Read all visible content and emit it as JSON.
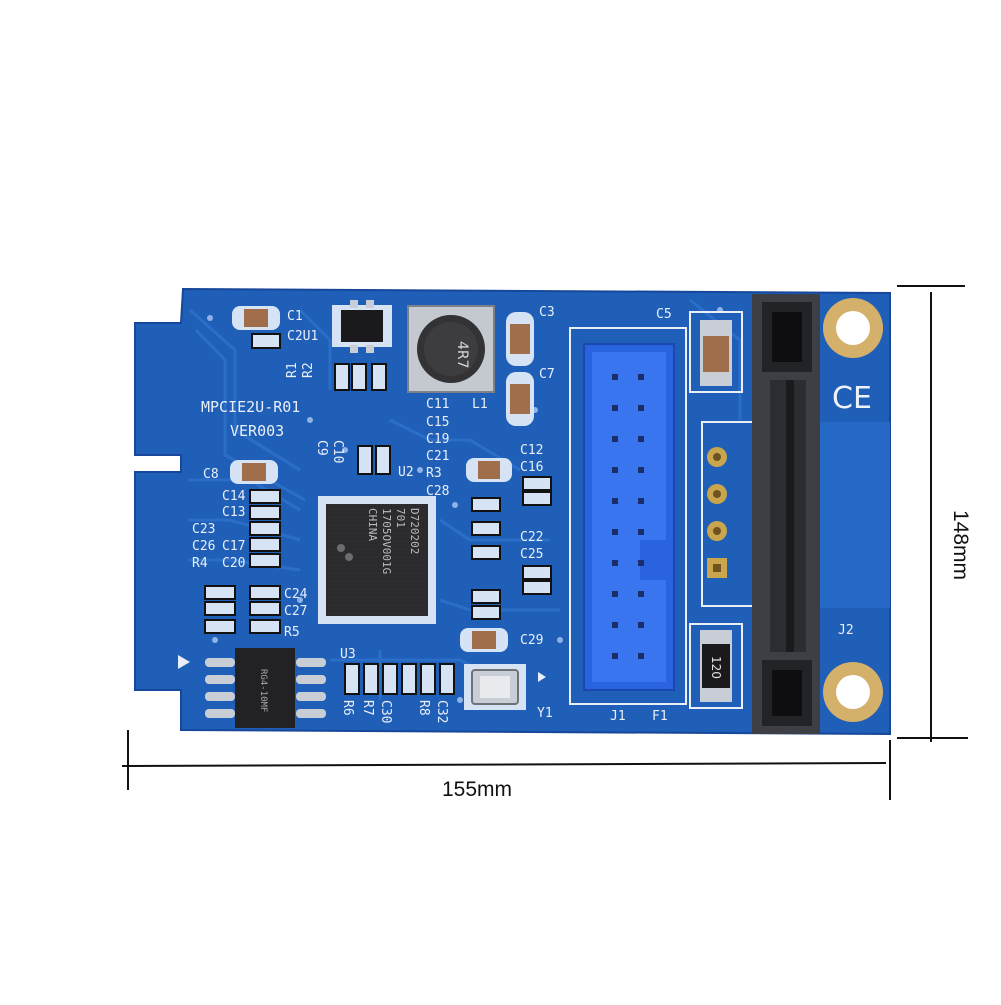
{
  "dimensions": {
    "width_label": "155mm",
    "height_label": "148mm"
  },
  "board": {
    "model_label": "MPCIE2U-R01",
    "version_label": "VER003",
    "inductor_label": "4R7",
    "chip_text_1": "D720202",
    "chip_text_2": "701",
    "chip_text_3": "1705OV001G",
    "chip_text_4": "CHINA",
    "eeprom_text": "RG4-10MF",
    "fuse_label": "120",
    "ce_mark": "CE",
    "refs": {
      "c1": "C1",
      "c2u1": "C2U1",
      "r1": "R1",
      "r2": "R2",
      "c3": "C3",
      "c5": "C5",
      "c7": "C7",
      "c11": "C11",
      "l1": "L1",
      "c15": "C15",
      "c19": "C19",
      "c21": "C21",
      "r3": "R3",
      "c28": "C28",
      "c9": "C9",
      "c10": "C10",
      "u2": "U2",
      "c12": "C12",
      "c16": "C16",
      "c8": "C8",
      "c14": "C14",
      "c13": "C13",
      "c23": "C23",
      "c26": "C26",
      "c17": "C17",
      "r4": "R4",
      "c20": "C20",
      "c22": "C22",
      "c25": "C25",
      "c24": "C24",
      "c27": "C27",
      "r5": "R5",
      "c29": "C29",
      "u3": "U3",
      "r6": "R6",
      "r7": "R7",
      "c30": "C30",
      "r8": "R8",
      "c32": "C32",
      "y1": "Y1",
      "j1": "J1",
      "f1": "F1",
      "j2": "J2"
    }
  }
}
